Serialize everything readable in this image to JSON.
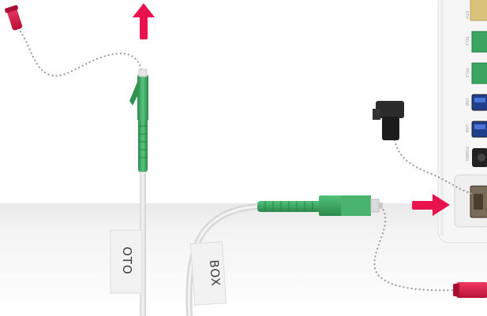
{
  "labels": {
    "oto_tag": "OTO",
    "box_tag": "BOX"
  },
  "router_ports": {
    "eth": "ETH",
    "tel1": "TEL1",
    "tel2": "TEL2",
    "usb1": "USB",
    "usb2": "USB",
    "power": "POWER"
  },
  "colors": {
    "arrow": "#e8134d",
    "connector_green": "#3aa55e",
    "dust_cap_red": "#d81b45",
    "cable": "#e6e6e6",
    "router_body": "#f7f7f7",
    "floor_shadow": "#ececec"
  },
  "icons": {
    "up_arrow": "arrow-up-icon",
    "right_arrow": "arrow-right-icon"
  }
}
